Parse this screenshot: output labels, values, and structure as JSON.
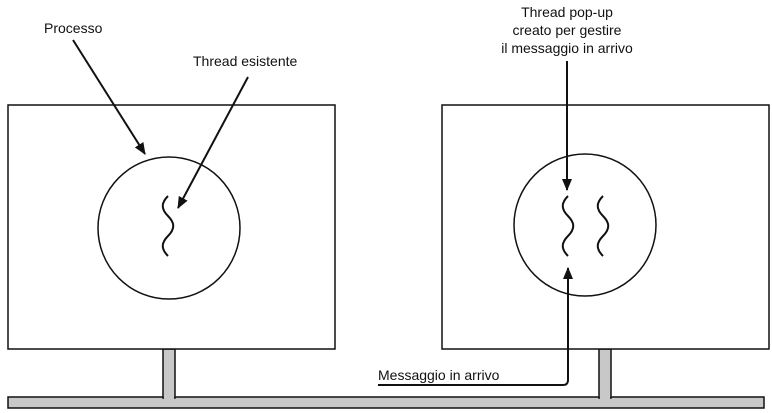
{
  "labels": {
    "process": "Processo",
    "existing_thread": "Thread esistente",
    "popup_line1": "Thread pop-up",
    "popup_line2": "creato per gestire",
    "popup_line3": "il messaggio in arrivo",
    "incoming_message": "Messaggio in arrivo"
  },
  "colors": {
    "stroke": "#111111",
    "network_bar": "#c8c8c8",
    "background": "#ffffff"
  }
}
